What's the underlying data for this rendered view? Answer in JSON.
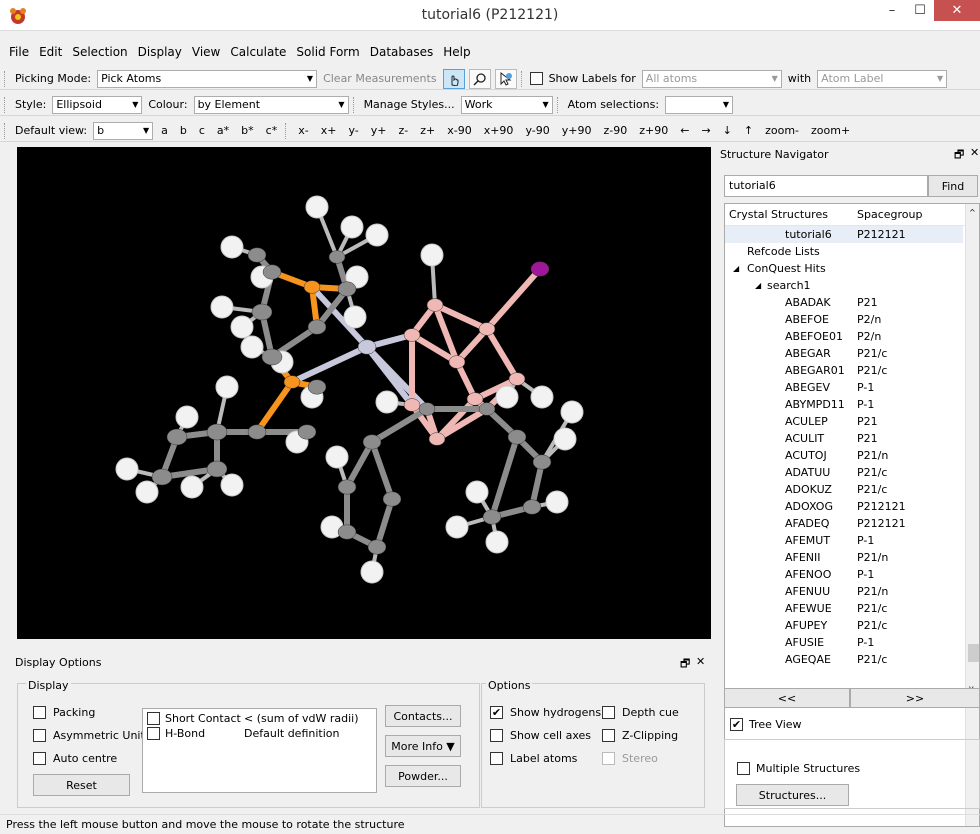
{
  "window": {
    "title": "tutorial6 (P212121)",
    "minimize": "–",
    "maximize": "☐",
    "close": "✕"
  },
  "menu": [
    "File",
    "Edit",
    "Selection",
    "Display",
    "View",
    "Calculate",
    "Solid Form",
    "Databases",
    "Help"
  ],
  "toolbar1": {
    "picking_label": "Picking Mode:",
    "picking_value": "Pick Atoms",
    "clear_measurements": "Clear Measurements",
    "show_labels_label": "Show Labels for",
    "labels_for_value": "All atoms",
    "with_label": "with",
    "with_value": "Atom Label",
    "icons": [
      "hand-pointer-icon",
      "zoom-magnifier-icon",
      "select-cursor-icon"
    ]
  },
  "toolbar2": {
    "style_label": "Style:",
    "style_value": "Ellipsoid",
    "colour_label": "Colour:",
    "colour_value": "by Element",
    "manage_styles": "Manage Styles...",
    "work_value": "Work",
    "atom_selections_label": "Atom selections:",
    "atom_selections_value": ""
  },
  "toolbar3": {
    "default_view_label": "Default view:",
    "default_view_value": "b",
    "axes": [
      "a",
      "b",
      "c",
      "a*",
      "b*",
      "c*"
    ],
    "rotations": [
      "x-",
      "x+",
      "y-",
      "y+",
      "z-",
      "z+",
      "x-90",
      "x+90",
      "y-90",
      "y+90",
      "z-90",
      "z+90"
    ],
    "arrows": [
      "←",
      "→",
      "↓",
      "↑"
    ],
    "zoom_out": "zoom-",
    "zoom_in": "zoom+"
  },
  "navigator": {
    "title": "Structure Navigator",
    "search_value": "tutorial6",
    "find": "Find",
    "col_structures": "Crystal Structures",
    "col_spacegroup": "Spacegroup",
    "current": {
      "name": "tutorial6",
      "sg": "P212121"
    },
    "refcode_lists": "Refcode Lists",
    "conquest": "ConQuest Hits",
    "search": "search1",
    "hits": [
      {
        "name": "ABADAK",
        "sg": "P21"
      },
      {
        "name": "ABEFOE",
        "sg": "P2/n"
      },
      {
        "name": "ABEFOE01",
        "sg": "P2/n"
      },
      {
        "name": "ABEGAR",
        "sg": "P21/c"
      },
      {
        "name": "ABEGAR01",
        "sg": "P21/c"
      },
      {
        "name": "ABEGEV",
        "sg": "P-1"
      },
      {
        "name": "ABYMPD11",
        "sg": "P-1"
      },
      {
        "name": "ACULEP",
        "sg": "P21"
      },
      {
        "name": "ACULIT",
        "sg": "P21"
      },
      {
        "name": "ACUTOJ",
        "sg": "P21/n"
      },
      {
        "name": "ADATUU",
        "sg": "P21/c"
      },
      {
        "name": "ADOKUZ",
        "sg": "P21/c"
      },
      {
        "name": "ADOXOG",
        "sg": "P212121"
      },
      {
        "name": "AFADEQ",
        "sg": "P212121"
      },
      {
        "name": "AFEMUT",
        "sg": "P-1"
      },
      {
        "name": "AFENII",
        "sg": "P21/n"
      },
      {
        "name": "AFENOO",
        "sg": "P-1"
      },
      {
        "name": "AFENUU",
        "sg": "P21/n"
      },
      {
        "name": "AFEWUE",
        "sg": "P21/c"
      },
      {
        "name": "AFUPEY",
        "sg": "P21/c"
      },
      {
        "name": "AFUSIE",
        "sg": "P-1"
      },
      {
        "name": "AGEQAE",
        "sg": "P21/c"
      }
    ],
    "prev": "<<",
    "next": ">>",
    "tree_view": "Tree View",
    "multiple_structures": "Multiple Structures",
    "structures_btn": "Structures..."
  },
  "display_options": {
    "title": "Display Options",
    "display_group": "Display",
    "packing": "Packing",
    "asymmetric_unit": "Asymmetric Unit",
    "auto_centre": "Auto centre",
    "reset": "Reset",
    "contacts": [
      {
        "name": "Short Contact",
        "def": "< (sum of vdW radii)"
      },
      {
        "name": "H-Bond",
        "def": "Default definition"
      }
    ],
    "contacts_btn": "Contacts...",
    "more_info_btn": "More Info ▼",
    "powder_btn": "Powder...",
    "options_group": "Options",
    "show_hydrogens": "Show hydrogens",
    "show_cell_axes": "Show cell axes",
    "label_atoms": "Label atoms",
    "depth_cue": "Depth cue",
    "z_clipping": "Z-Clipping",
    "stereo": "Stereo"
  },
  "status": "Press the left mouse button and move the mouse to rotate the structure",
  "colors": {
    "carbon": "#8c8c8c",
    "hydrogen": "#f2f2f2",
    "phosphorus": "#f7941d",
    "boron": "#f0b8b4",
    "iodine": "#a0189a",
    "metal": "#c8c8dc"
  }
}
